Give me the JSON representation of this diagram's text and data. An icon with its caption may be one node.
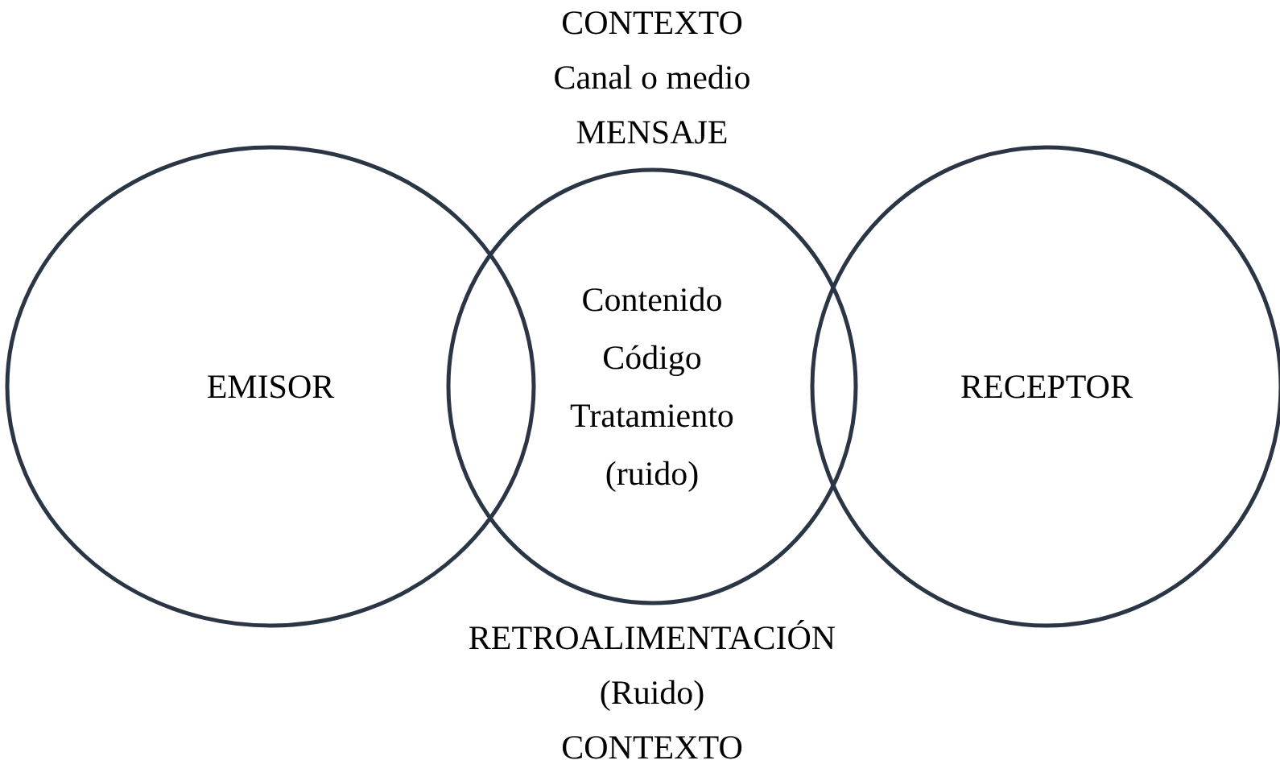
{
  "diagram": {
    "nodes": [
      {
        "text": [
          "EMISOR"
        ]
      },
      {
        "text": [
          "Contenido",
          "Código",
          "Tratamiento",
          "(ruido)"
        ]
      },
      {
        "text": [
          "RECEPTOR"
        ]
      }
    ],
    "edges": [],
    "labels": [
      "CONTEXTO",
      "Canal o medio",
      "MENSAJE",
      "RETROALIMENTACIÓN",
      "(Ruido)",
      "CONTEXTO"
    ]
  }
}
